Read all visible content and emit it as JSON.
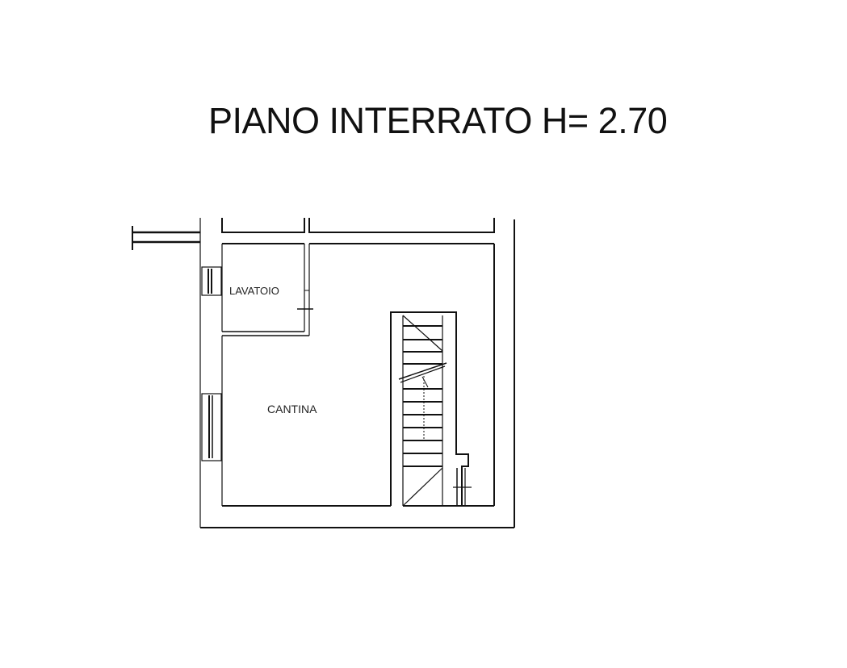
{
  "plan": {
    "title": "PIANO INTERRATO H= 2.70",
    "rooms": [
      {
        "name": "LAVATOIO"
      },
      {
        "name": "CANTINA"
      }
    ],
    "line_color": "#111111"
  }
}
